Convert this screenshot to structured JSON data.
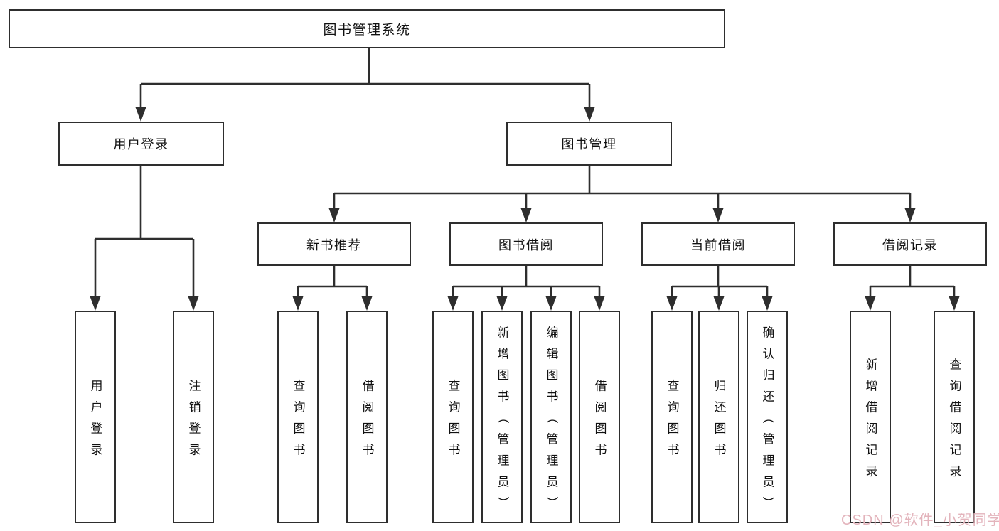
{
  "diagram": {
    "title": "图书管理系统",
    "line_color": "#2e2e2e",
    "box_background": "#ffffff",
    "branches": [
      {
        "label": "用户登录",
        "children": [
          {
            "label": "用户登录"
          },
          {
            "label": "注销登录"
          }
        ]
      },
      {
        "label": "图书管理",
        "children": [
          {
            "label": "新书推荐",
            "children": [
              {
                "label": "查询图书"
              },
              {
                "label": "借阅图书"
              }
            ]
          },
          {
            "label": "图书借阅",
            "children": [
              {
                "label": "查询图书"
              },
              {
                "label": "新增图书（管理员）"
              },
              {
                "label": "编辑图书（管理员）"
              },
              {
                "label": "借阅图书"
              }
            ]
          },
          {
            "label": "当前借阅",
            "children": [
              {
                "label": "查询图书"
              },
              {
                "label": "归还图书"
              },
              {
                "label": "确认归还（管理员）"
              }
            ]
          },
          {
            "label": "借阅记录",
            "children": [
              {
                "label": "新增借阅记录"
              },
              {
                "label": "查询借阅记录"
              }
            ]
          }
        ]
      }
    ]
  },
  "watermark": {
    "text": "CSDN @软件_小贺同学",
    "color": "#e3b4bc"
  }
}
